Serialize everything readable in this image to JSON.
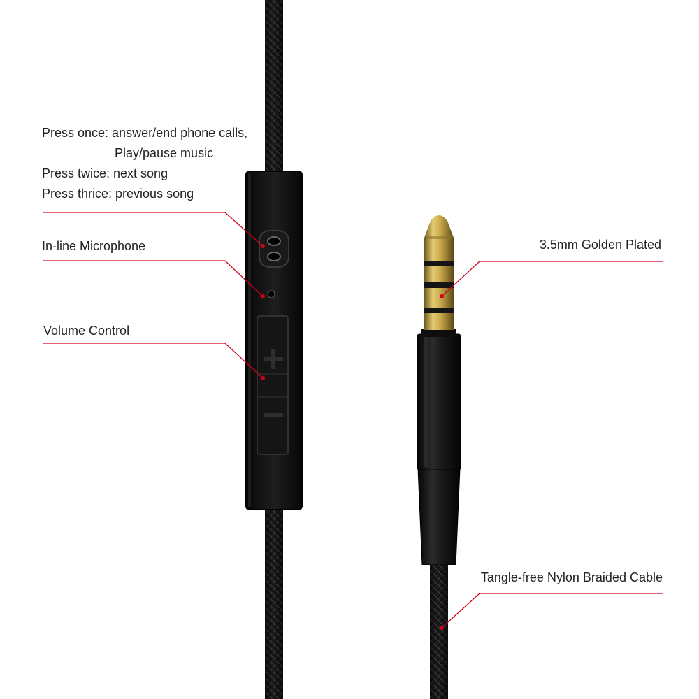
{
  "colors": {
    "leader_line": "#d0021b",
    "cable": "#1a1a1a",
    "remote_body": "#141414",
    "gold": "#c9a94a",
    "text": "#222222",
    "background": "#ffffff"
  },
  "labels": {
    "button_line1": "Press once: answer/end phone calls,",
    "button_line2": "Play/pause music",
    "button_line3": "Press twice: next song",
    "button_line4": "Press thrice: previous song",
    "microphone": "In-line Microphone",
    "volume": "Volume Control",
    "jack": "3.5mm Golden Plated",
    "cable": "Tangle-free Nylon Braided Cable"
  },
  "icons": {
    "volume_up": "plus-icon",
    "volume_down": "minus-icon",
    "multifunction_button": "two-dot-button-icon",
    "microphone": "microphone-hole-icon"
  }
}
